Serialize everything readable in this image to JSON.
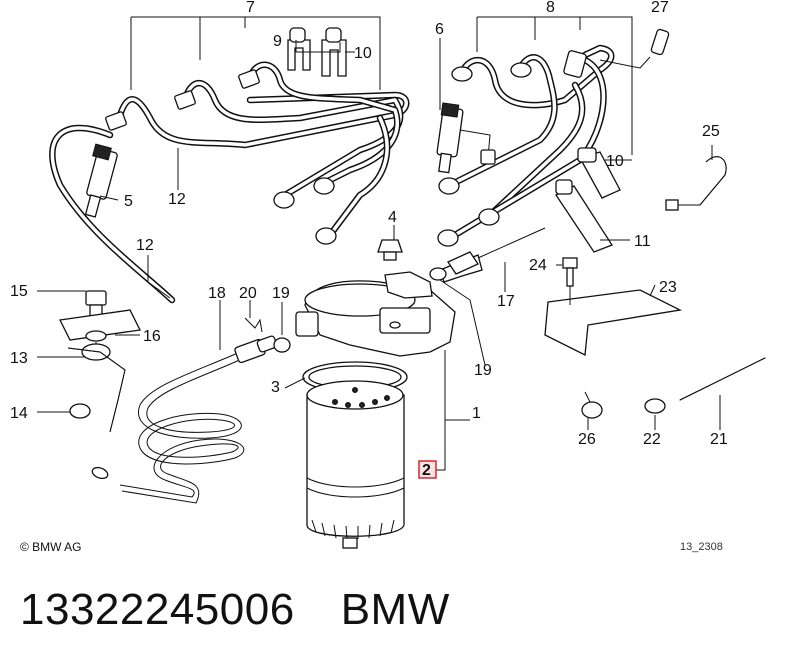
{
  "diagram": {
    "copyright": "© BMW AG",
    "figure_code": "13_2308",
    "highlighted_callout": "2",
    "highlight_color": "#d9262b",
    "callouts": [
      "1",
      "2",
      "3",
      "4",
      "5",
      "6",
      "7",
      "8",
      "9",
      "10",
      "10",
      "11",
      "12",
      "12",
      "13",
      "14",
      "15",
      "16",
      "17",
      "18",
      "19",
      "19",
      "20",
      "21",
      "22",
      "23",
      "24",
      "25",
      "26",
      "27"
    ]
  },
  "caption": {
    "part_number": "13322245006",
    "brand": "BMW"
  }
}
